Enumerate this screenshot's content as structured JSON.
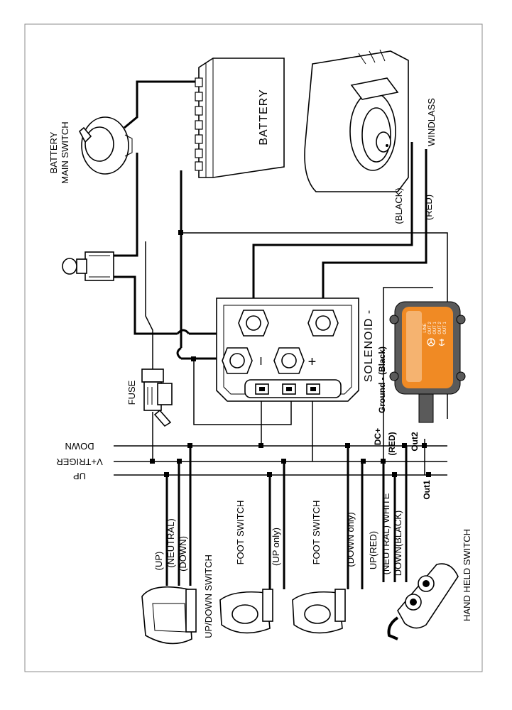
{
  "components": {
    "battery_main_switch": [
      "BATTERY",
      "MAIN SWITCH"
    ],
    "battery": "BATTERY",
    "windlass": "WINDLASS",
    "fuse": "FUSE",
    "solenoid": "SOLENOID",
    "solenoid_sep": "-",
    "solenoid_minus": "I",
    "solenoid_plus": "+",
    "up_down_switch": "UP/DOWN SWITCH",
    "foot_switch_1": "FOOT SWITCH",
    "foot_switch_2": "FOOT SWITCH",
    "hand_held_switch": "HAND HELD SWITCH"
  },
  "bus_lines": [
    "DOWN",
    "V+TRIGER",
    "UP"
  ],
  "wire_labels": {
    "black": "(BLACK)",
    "red": "(RED)",
    "dc_plus": "DC+",
    "ground": "Ground - (Black)",
    "red_small": "(RED)",
    "out2": "Out2",
    "out1": "Out1"
  },
  "up_down_switch_wires": [
    "(UP)",
    "(NEUTRAL)",
    "(DOWN)"
  ],
  "foot_switch_1_wire": "(UP only)",
  "foot_switch_2_wire": "(DOWN only)",
  "hand_held_wires": [
    "UP(RED)",
    "(NEUTRAL) WHITE",
    "DOWN(BLACK)"
  ],
  "controller_module": {
    "accent_color": "#f08a24",
    "body_color": "#5a5a5a",
    "labels": [
      "LINE",
      "OUT 2",
      "OUT 1",
      "OUT 2",
      "OUT 1"
    ]
  }
}
